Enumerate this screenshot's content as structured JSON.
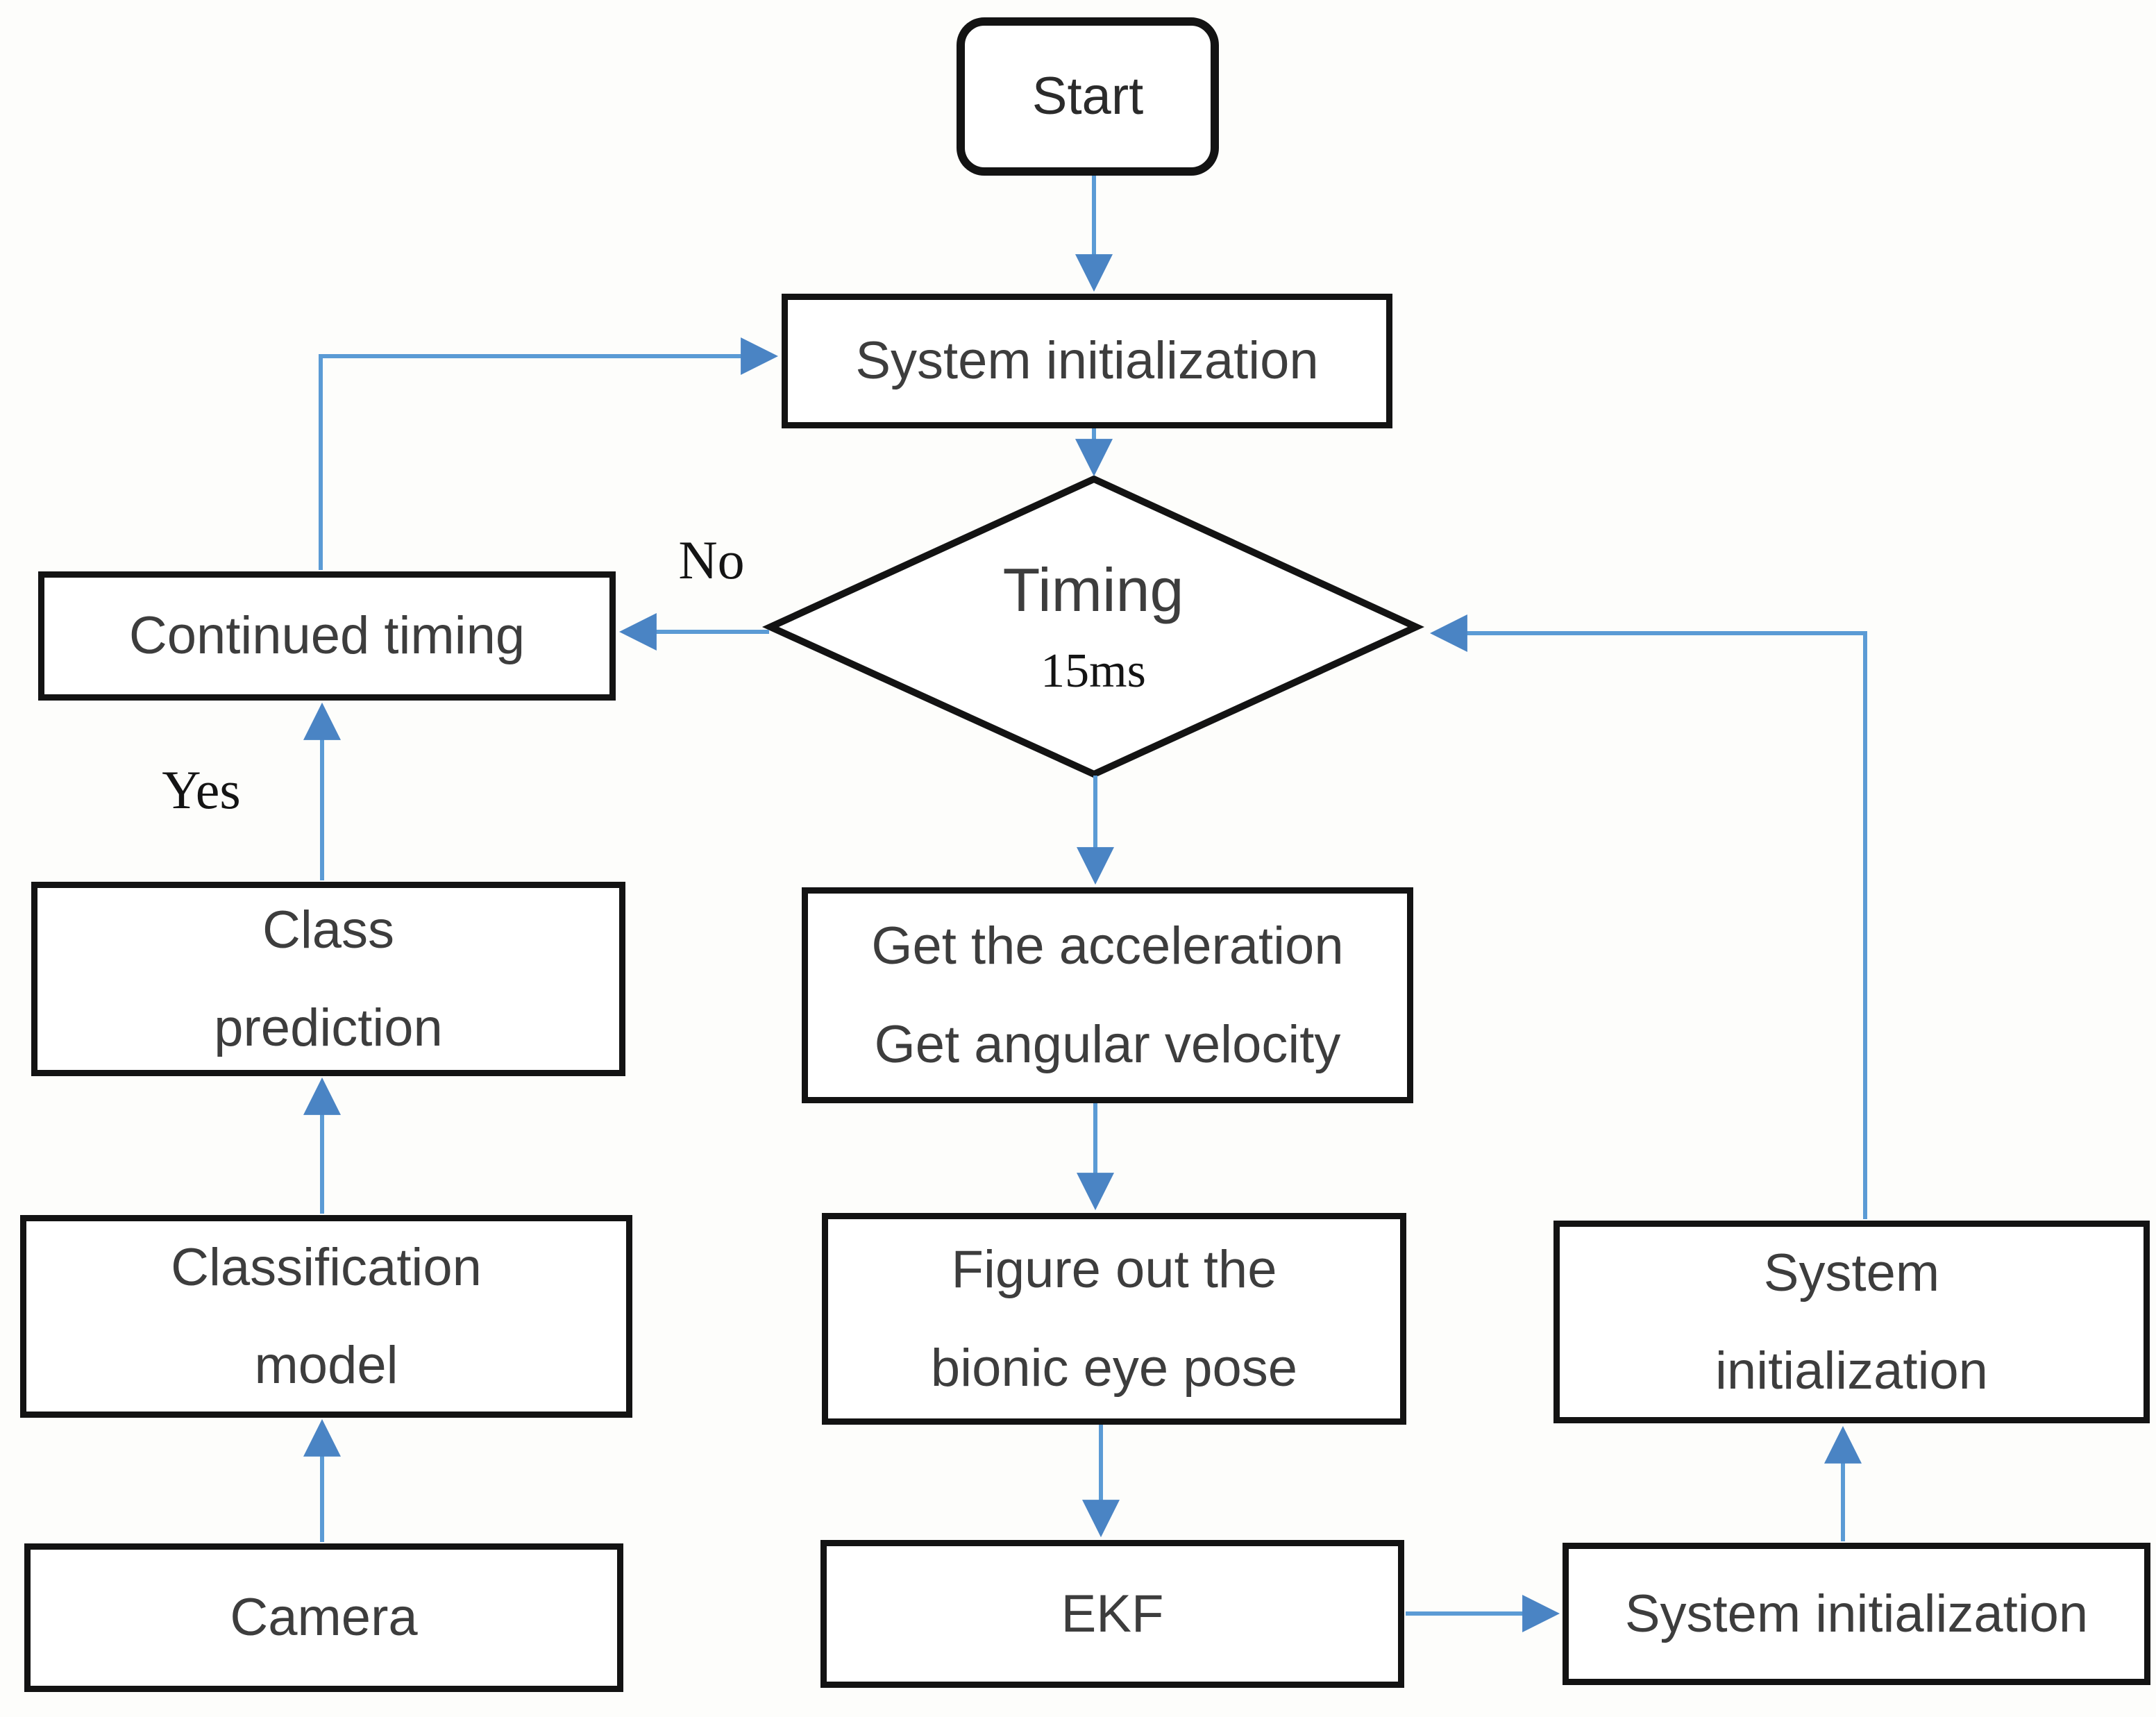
{
  "nodes": {
    "start": {
      "lines": [
        "Start"
      ]
    },
    "system_init_top": {
      "lines": [
        "System initialization"
      ]
    },
    "timing": {
      "title": "Timing",
      "subtitle": "15ms"
    },
    "continued_timing": {
      "lines": [
        "Continued timing"
      ]
    },
    "class_prediction": {
      "lines": [
        "Class",
        "prediction"
      ]
    },
    "classification_model": {
      "lines": [
        "Classification",
        "model"
      ]
    },
    "camera": {
      "lines": [
        "Camera"
      ]
    },
    "get_acceleration": {
      "lines": [
        "Get the acceleration",
        "Get angular velocity"
      ]
    },
    "figure_pose": {
      "lines": [
        "Figure out the",
        "bionic eye pose"
      ]
    },
    "ekf": {
      "lines": [
        "EKF"
      ]
    },
    "system_init_bottom": {
      "lines": [
        "System initialization"
      ]
    },
    "system_init_right": {
      "lines": [
        "System",
        "initialization"
      ]
    }
  },
  "edge_labels": {
    "no": "No",
    "yes": "Yes"
  },
  "colors": {
    "arrow_line": "#5b9bd5",
    "arrow_head": "#4a84c4",
    "node_border": "#131313",
    "node_text": "#3d3d3d",
    "label_text": "#141414",
    "background": "#fdfdfb"
  }
}
